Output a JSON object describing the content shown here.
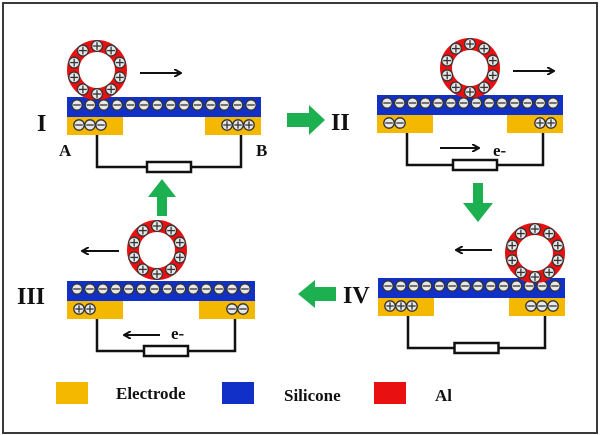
{
  "colors": {
    "electrode": "#F5B800",
    "silicone": "#1030C8",
    "al": "#E81010",
    "flow_arrow": "#1DB050",
    "wire": "#111111",
    "charge_fill": "#E8E8E8"
  },
  "panels": [
    {
      "id": "I",
      "roman": "I",
      "ring_position": "left",
      "motion": "right",
      "silicone_charges": 14,
      "left_electrode_charges": [
        "-",
        "-",
        "-"
      ],
      "right_electrode_charges": [
        "+",
        "+",
        "+"
      ],
      "left_label": "A",
      "right_label": "B",
      "current": null
    },
    {
      "id": "II",
      "roman": "II",
      "ring_position": "center",
      "motion": "right",
      "silicone_charges": 14,
      "left_electrode_charges": [
        "-",
        "-"
      ],
      "right_electrode_charges": [
        "+",
        "+"
      ],
      "current": {
        "direction": "right",
        "label": "e-"
      }
    },
    {
      "id": "III",
      "roman": "III",
      "ring_position": "center",
      "motion": "left",
      "silicone_charges": 14,
      "left_electrode_charges": [
        "+",
        "+"
      ],
      "right_electrode_charges": [
        "-",
        "-"
      ],
      "current": {
        "direction": "left",
        "label": "e-"
      }
    },
    {
      "id": "IV",
      "roman": "IV",
      "ring_position": "right",
      "motion": "left",
      "silicone_charges": 14,
      "left_electrode_charges": [
        "+",
        "+",
        "+"
      ],
      "right_electrode_charges": [
        "-",
        "-",
        "-"
      ],
      "current": null
    }
  ],
  "ring_charges": 10,
  "cycle_arrows": [
    {
      "from": "I",
      "to": "II",
      "direction": "right"
    },
    {
      "from": "II",
      "to": "IV",
      "direction": "down"
    },
    {
      "from": "IV",
      "to": "III",
      "direction": "left"
    },
    {
      "from": "III",
      "to": "I",
      "direction": "up"
    }
  ],
  "legend": [
    {
      "label": "Electrode",
      "color": "#F5B800"
    },
    {
      "label": "Silicone",
      "color": "#1030C8"
    },
    {
      "label": "Al",
      "color": "#E81010"
    }
  ]
}
